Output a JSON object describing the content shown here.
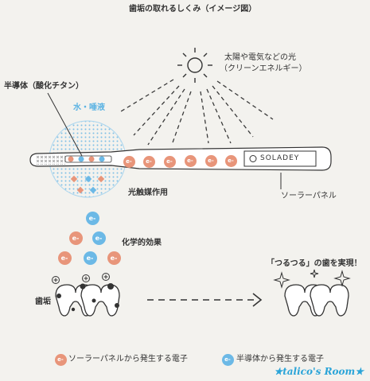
{
  "title": "歯垢の取れるしくみ（イメージ図）",
  "labels": {
    "semiconductor": "半導体（酸化チタン）",
    "water_saliva": "水・唾液",
    "sunlight_line1": "太陽や電気などの光",
    "sunlight_line2": "（クリーンエネルギー）",
    "brand": "SOLADEY",
    "solar_panel": "ソーラーパネル",
    "photocatalysis": "光触媒作用",
    "chemical_effect": "化学的効果",
    "plaque": "歯垢",
    "result": "「つるつる」の歯を実現！"
  },
  "electron_symbol": "e-",
  "legend": {
    "solar_electron": "ソーラーパネルから発生する電子",
    "semiconductor_electron": "半導体から発生する電子"
  },
  "watermark": "★talico's Room★",
  "colors": {
    "solar_electron": "#e8957a",
    "semiconductor_electron": "#6cb9e6",
    "saliva": "#a9d5ee",
    "background": "#f3f2ee",
    "line": "#3a3a3a"
  }
}
